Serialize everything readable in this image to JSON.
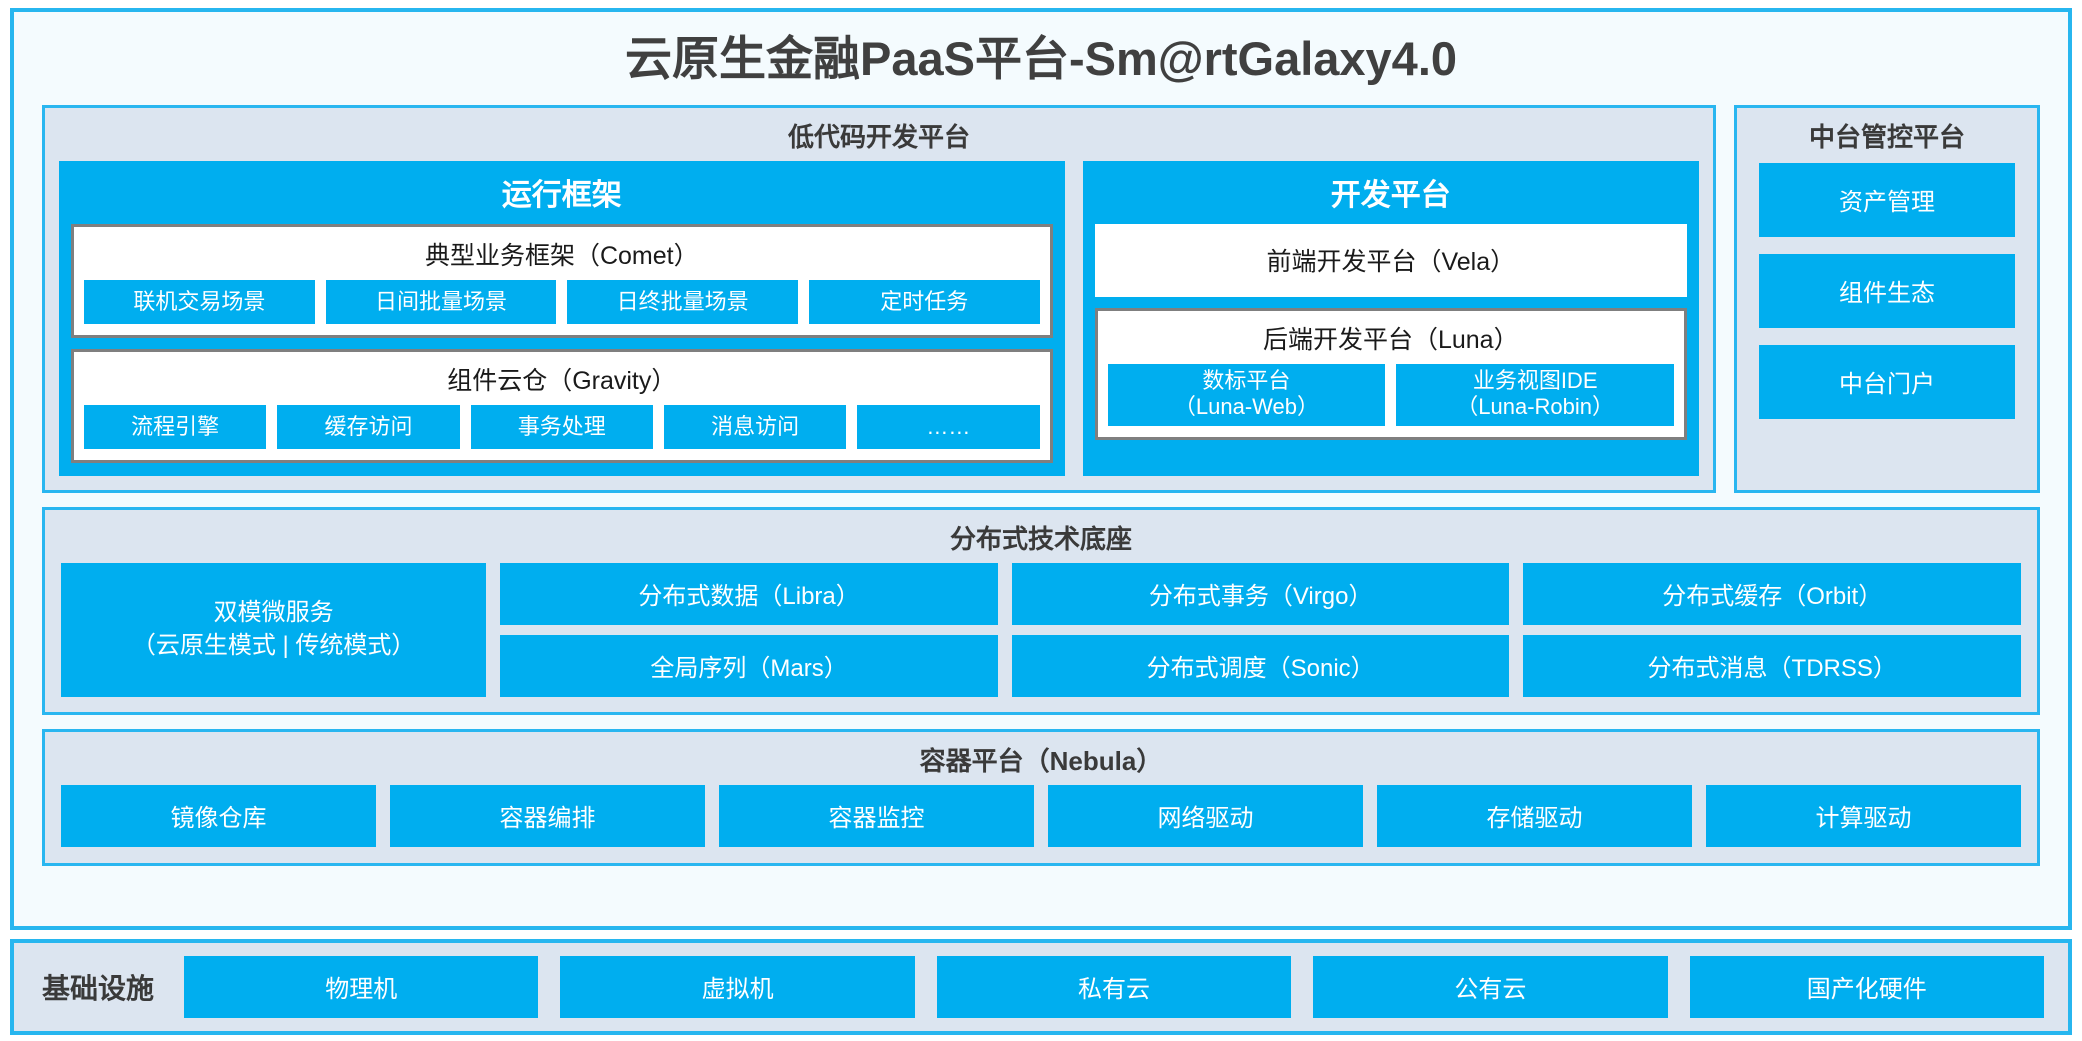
{
  "title": "云原生金融PaaS平台-Sm@rtGalaxy4.0",
  "colors": {
    "accent": "#00aeef",
    "frame_border": "#27b6ef",
    "panel_bg": "#dce5f0",
    "page_bg": "#f4fbfe",
    "card_border": "#7f7f7f",
    "title_text": "#404040"
  },
  "lowcode": {
    "title": "低代码开发平台",
    "runtime": {
      "title": "运行框架",
      "comet": {
        "title": "典型业务框架（Comet）",
        "items": [
          "联机交易场景",
          "日间批量场景",
          "日终批量场景",
          "定时任务"
        ]
      },
      "gravity": {
        "title": "组件云仓（Gravity）",
        "items": [
          "流程引擎",
          "缓存访问",
          "事务处理",
          "消息访问",
          "……"
        ]
      }
    },
    "devplatform": {
      "title": "开发平台",
      "frontend": "前端开发平台（Vela）",
      "backend": {
        "title": "后端开发平台（Luna）",
        "items": [
          {
            "line1": "数标平台",
            "line2": "（Luna-Web）"
          },
          {
            "line1": "业务视图IDE",
            "line2": "（Luna-Robin）"
          }
        ]
      }
    }
  },
  "midplatform": {
    "title": "中台管控平台",
    "items": [
      "资产管理",
      "组件生态",
      "中台门户"
    ]
  },
  "distributed": {
    "title": "分布式技术底座",
    "microservice": {
      "line1": "双模微服务",
      "line2": "（云原生模式 | 传统模式）"
    },
    "columns": [
      [
        "分布式数据（Libra）",
        "全局序列（Mars）"
      ],
      [
        "分布式事务（Virgo）",
        "分布式调度（Sonic）"
      ],
      [
        "分布式缓存（Orbit）",
        "分布式消息（TDRSS）"
      ]
    ]
  },
  "container": {
    "title": "容器平台（Nebula）",
    "items": [
      "镜像仓库",
      "容器编排",
      "容器监控",
      "网络驱动",
      "存储驱动",
      "计算驱动"
    ]
  },
  "infrastructure": {
    "label": "基础设施",
    "items": [
      "物理机",
      "虚拟机",
      "私有云",
      "公有云",
      "国产化硬件"
    ]
  }
}
